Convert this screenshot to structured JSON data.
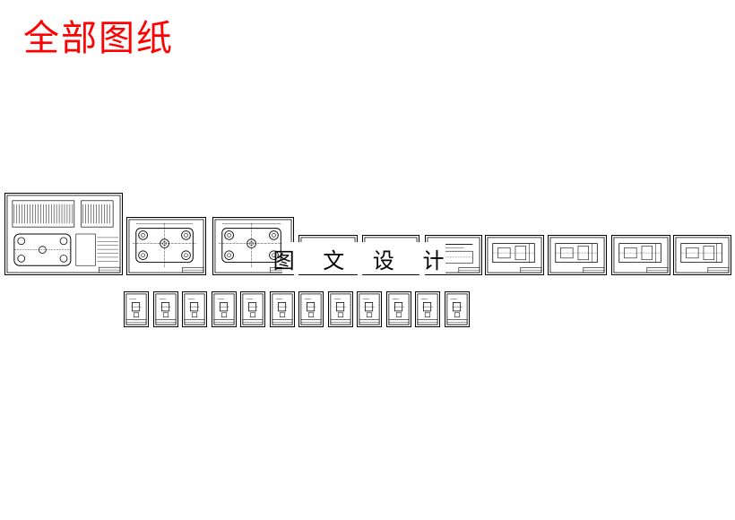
{
  "page": {
    "title": "全部图纸",
    "title_color": "#ff0000"
  },
  "watermark": {
    "text": "图 文 设 计"
  },
  "drawings": {
    "row1_kinds": [
      "assembly",
      "plate",
      "plate",
      "plate-wide",
      "plate-wide",
      "plate-wide",
      "part-wide",
      "part-wide",
      "part-wide",
      "part-wide"
    ],
    "row2_kinds": [
      "part-tall",
      "part-tall",
      "part-tall",
      "part-tall",
      "part-tall",
      "part-tall",
      "part-tall",
      "part-tall",
      "part-tall",
      "part-tall",
      "part-tall",
      "part-tall"
    ]
  }
}
